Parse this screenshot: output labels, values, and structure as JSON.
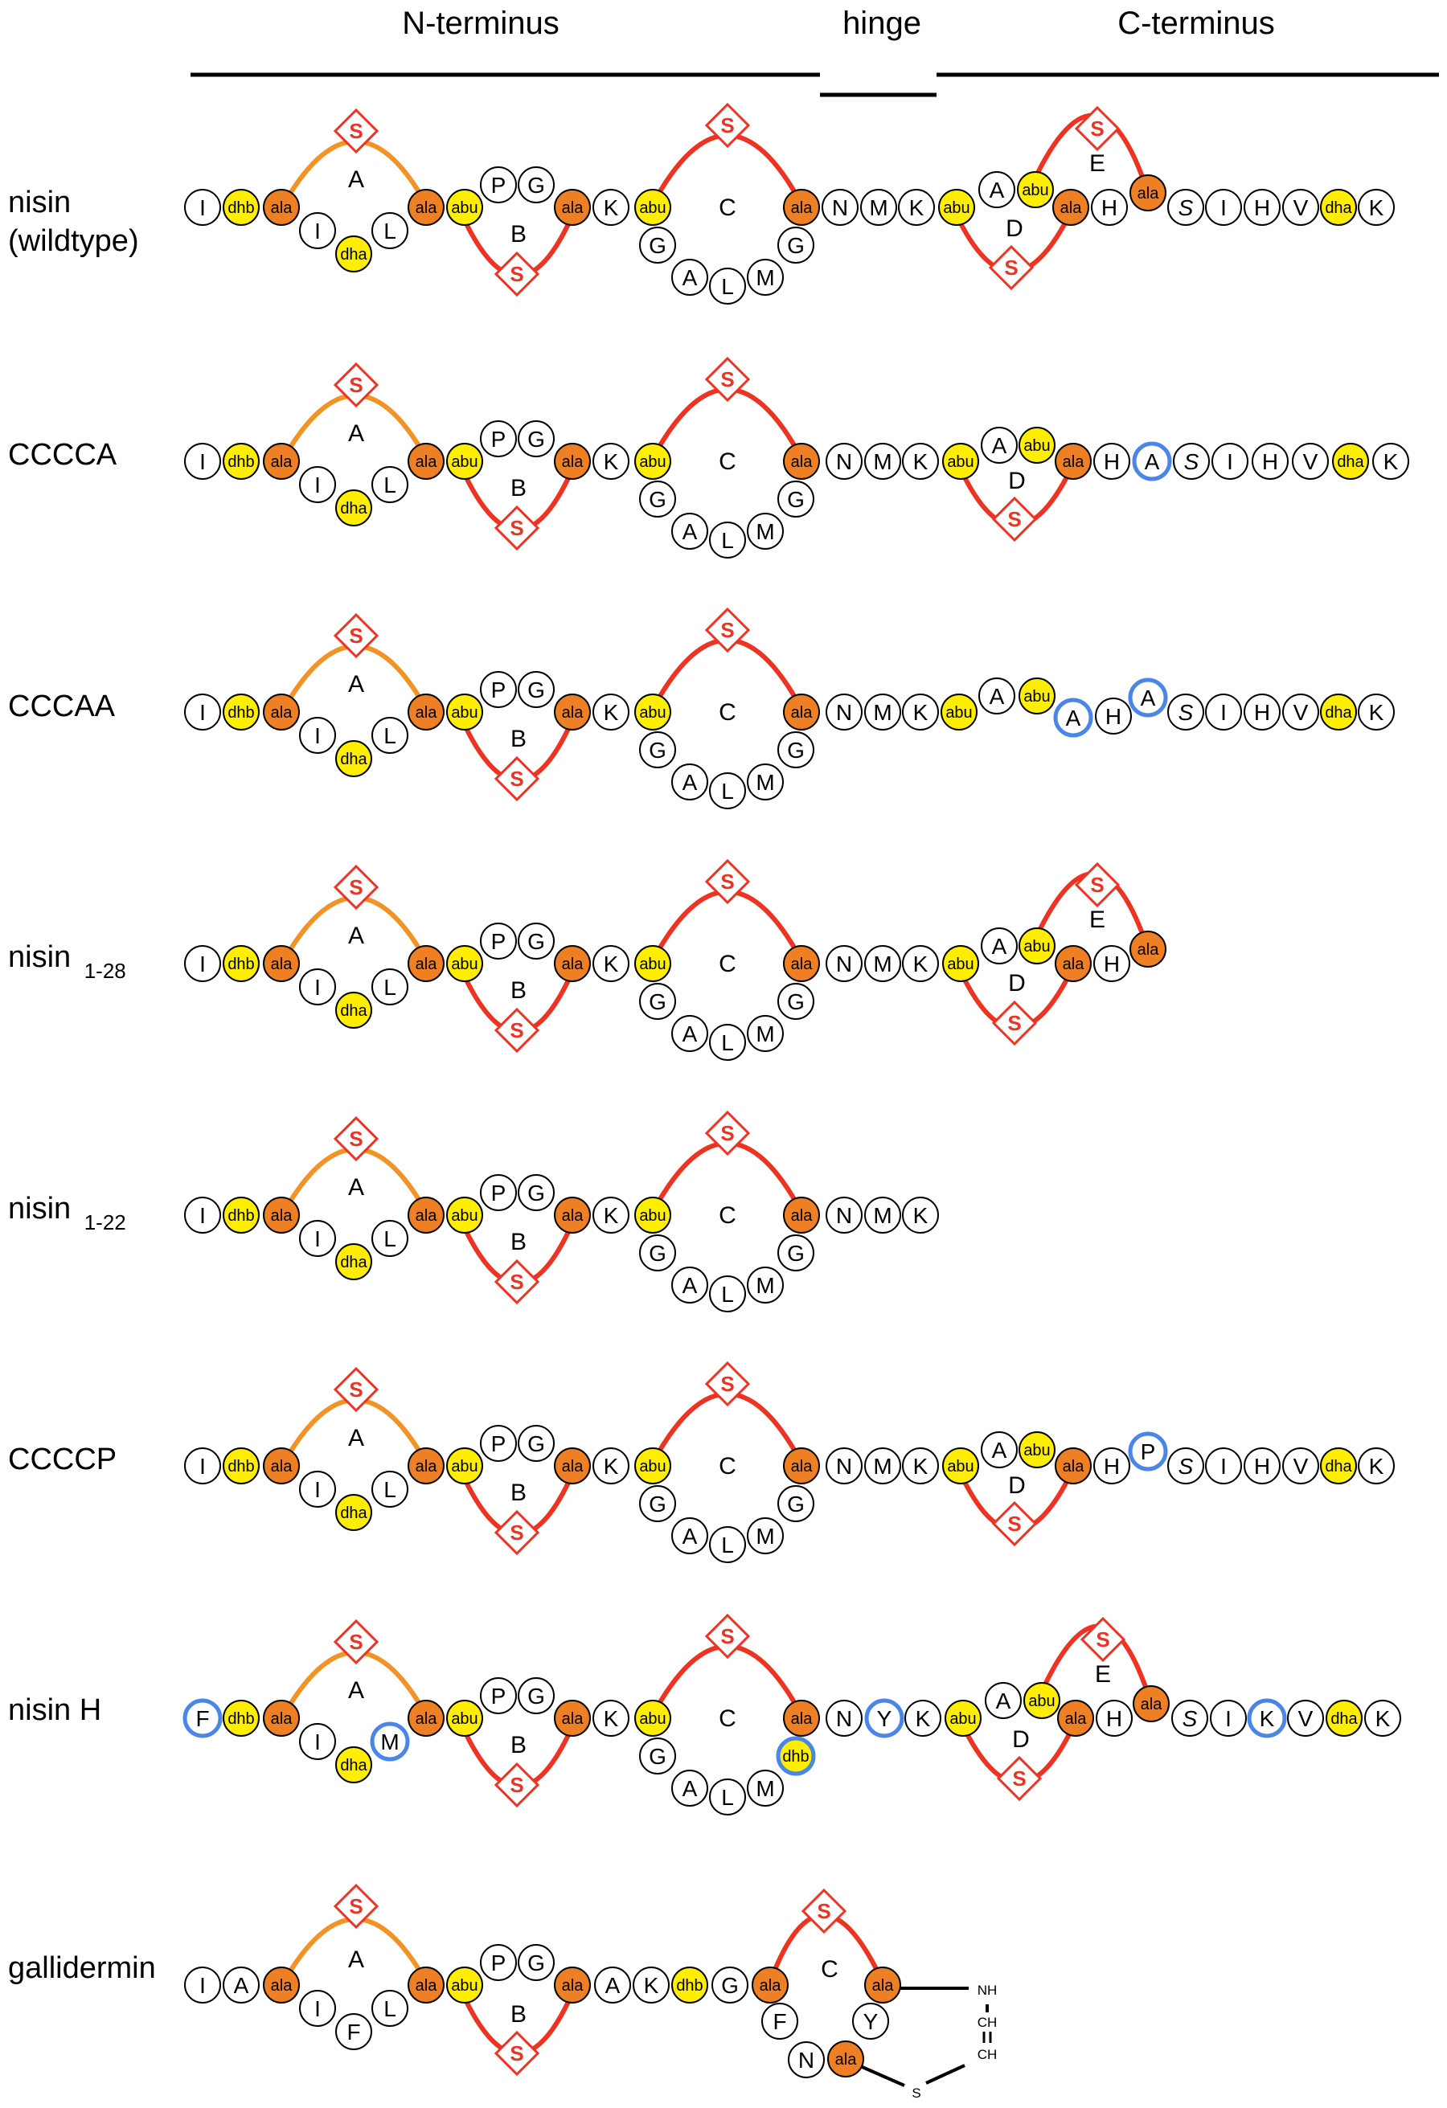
{
  "header": {
    "n_terminus": "N-terminus",
    "hinge": "hinge",
    "c_terminus": "C-terminus"
  },
  "colors": {
    "yellow": "#FFEE00",
    "orange": "#EE7F22",
    "red": "#EE3322",
    "light_orange": "#F39325",
    "blue": "#4A86E8"
  },
  "sulfur": "S",
  "rows": [
    {
      "name": "nisin",
      "sub": "",
      "name2": "(wildtype)",
      "main": [
        "I",
        "dhb",
        "ala",
        "ala",
        "abu",
        "ala",
        "K",
        "abu",
        "ala",
        "N",
        "M",
        "K",
        "abu",
        "ala",
        "H",
        "S",
        "I",
        "H",
        "V",
        "dha",
        "K"
      ],
      "ringA": {
        "label": "A",
        "top": "A",
        "bottom": [
          "I",
          "dha",
          "L"
        ]
      },
      "ringB": {
        "label": "B",
        "top": [
          "P",
          "G"
        ]
      },
      "ringC": {
        "label": "C",
        "bottom": [
          "G",
          "A",
          "L",
          "M",
          "G"
        ]
      },
      "ringD": {
        "label": "D",
        "top": [
          "A",
          "abu"
        ]
      },
      "ringE": {
        "label": "E",
        "right": "ala"
      }
    },
    {
      "name": "CCCCA",
      "sub": "",
      "main": [
        "I",
        "dhb",
        "ala",
        "ala",
        "abu",
        "ala",
        "K",
        "abu",
        "ala",
        "N",
        "M",
        "K",
        "abu",
        "ala",
        "H",
        "A",
        "S",
        "I",
        "H",
        "V",
        "dha",
        "K"
      ],
      "ringA": {
        "label": "A",
        "bottom": [
          "I",
          "dha",
          "L"
        ]
      },
      "ringB": {
        "label": "B",
        "top": [
          "P",
          "G"
        ]
      },
      "ringC": {
        "label": "C",
        "bottom": [
          "G",
          "A",
          "L",
          "M",
          "G"
        ]
      },
      "ringD": {
        "label": "D",
        "top": [
          "A",
          "abu"
        ]
      }
    },
    {
      "name": "CCCAA",
      "sub": "",
      "main": [
        "I",
        "dhb",
        "ala",
        "ala",
        "abu",
        "ala",
        "K",
        "abu",
        "ala",
        "N",
        "M",
        "K",
        "abu",
        "A",
        "abu",
        "A",
        "H",
        "A",
        "S",
        "I",
        "H",
        "V",
        "dha",
        "K"
      ],
      "ringA": {
        "label": "A",
        "bottom": [
          "I",
          "dha",
          "L"
        ]
      },
      "ringB": {
        "label": "B",
        "top": [
          "P",
          "G"
        ]
      },
      "ringC": {
        "label": "C",
        "bottom": [
          "G",
          "A",
          "L",
          "M",
          "G"
        ]
      }
    },
    {
      "name": "nisin",
      "sub": "1-28",
      "main": [
        "I",
        "dhb",
        "ala",
        "ala",
        "abu",
        "ala",
        "K",
        "abu",
        "ala",
        "N",
        "M",
        "K",
        "abu",
        "ala",
        "H"
      ],
      "ringA": {
        "label": "A",
        "bottom": [
          "I",
          "dha",
          "L"
        ]
      },
      "ringB": {
        "label": "B",
        "top": [
          "P",
          "G"
        ]
      },
      "ringC": {
        "label": "C",
        "bottom": [
          "G",
          "A",
          "L",
          "M",
          "G"
        ]
      },
      "ringD": {
        "label": "D",
        "top": [
          "A",
          "abu"
        ]
      },
      "ringE": {
        "label": "E",
        "right": "ala"
      }
    },
    {
      "name": "nisin",
      "sub": "1-22",
      "main": [
        "I",
        "dhb",
        "ala",
        "ala",
        "abu",
        "ala",
        "K",
        "abu",
        "ala",
        "N",
        "M",
        "K"
      ],
      "ringA": {
        "label": "A",
        "bottom": [
          "I",
          "dha",
          "L"
        ]
      },
      "ringB": {
        "label": "B",
        "top": [
          "P",
          "G"
        ]
      },
      "ringC": {
        "label": "C",
        "bottom": [
          "G",
          "A",
          "L",
          "M",
          "G"
        ]
      }
    },
    {
      "name": "CCCCP",
      "sub": "",
      "main": [
        "I",
        "dhb",
        "ala",
        "ala",
        "abu",
        "ala",
        "K",
        "abu",
        "ala",
        "N",
        "M",
        "K",
        "abu",
        "ala",
        "H",
        "P",
        "S",
        "I",
        "H",
        "V",
        "dha",
        "K"
      ],
      "ringA": {
        "label": "A",
        "bottom": [
          "I",
          "dha",
          "L"
        ]
      },
      "ringB": {
        "label": "B",
        "top": [
          "P",
          "G"
        ]
      },
      "ringC": {
        "label": "C",
        "bottom": [
          "G",
          "A",
          "L",
          "M",
          "G"
        ]
      },
      "ringD": {
        "label": "D",
        "top": [
          "A",
          "abu"
        ]
      }
    },
    {
      "name": "nisin H",
      "sub": "",
      "main": [
        "F",
        "dhb",
        "ala",
        "ala",
        "abu",
        "ala",
        "K",
        "abu",
        "ala",
        "N",
        "Y",
        "K",
        "abu",
        "ala",
        "H",
        "S",
        "I",
        "K",
        "V",
        "dha",
        "K"
      ],
      "ringA": {
        "label": "A",
        "bottom": [
          "I",
          "dha",
          "M"
        ]
      },
      "ringB": {
        "label": "B",
        "top": [
          "P",
          "G"
        ]
      },
      "ringC": {
        "label": "C",
        "bottom": [
          "G",
          "A",
          "L",
          "M",
          "dhb"
        ]
      },
      "ringD": {
        "label": "D",
        "top": [
          "A",
          "abu"
        ]
      },
      "ringE": {
        "label": "E",
        "right": "ala"
      }
    },
    {
      "name": "gallidermin",
      "sub": "",
      "main": [
        "I",
        "A",
        "ala",
        "ala",
        "abu",
        "ala",
        "A",
        "K",
        "dhb",
        "G",
        "ala",
        "ala"
      ],
      "ringA": {
        "label": "A",
        "bottom": [
          "I",
          "F",
          "L"
        ]
      },
      "ringB": {
        "label": "B",
        "top": [
          "P",
          "G"
        ]
      },
      "ringC": {
        "label": "C",
        "bottom": [
          "F",
          "N",
          "ala",
          "Y"
        ]
      },
      "bridge": {
        "nh": "NH",
        "ch1": "CH",
        "ch2": "CH",
        "s": "S"
      }
    }
  ]
}
